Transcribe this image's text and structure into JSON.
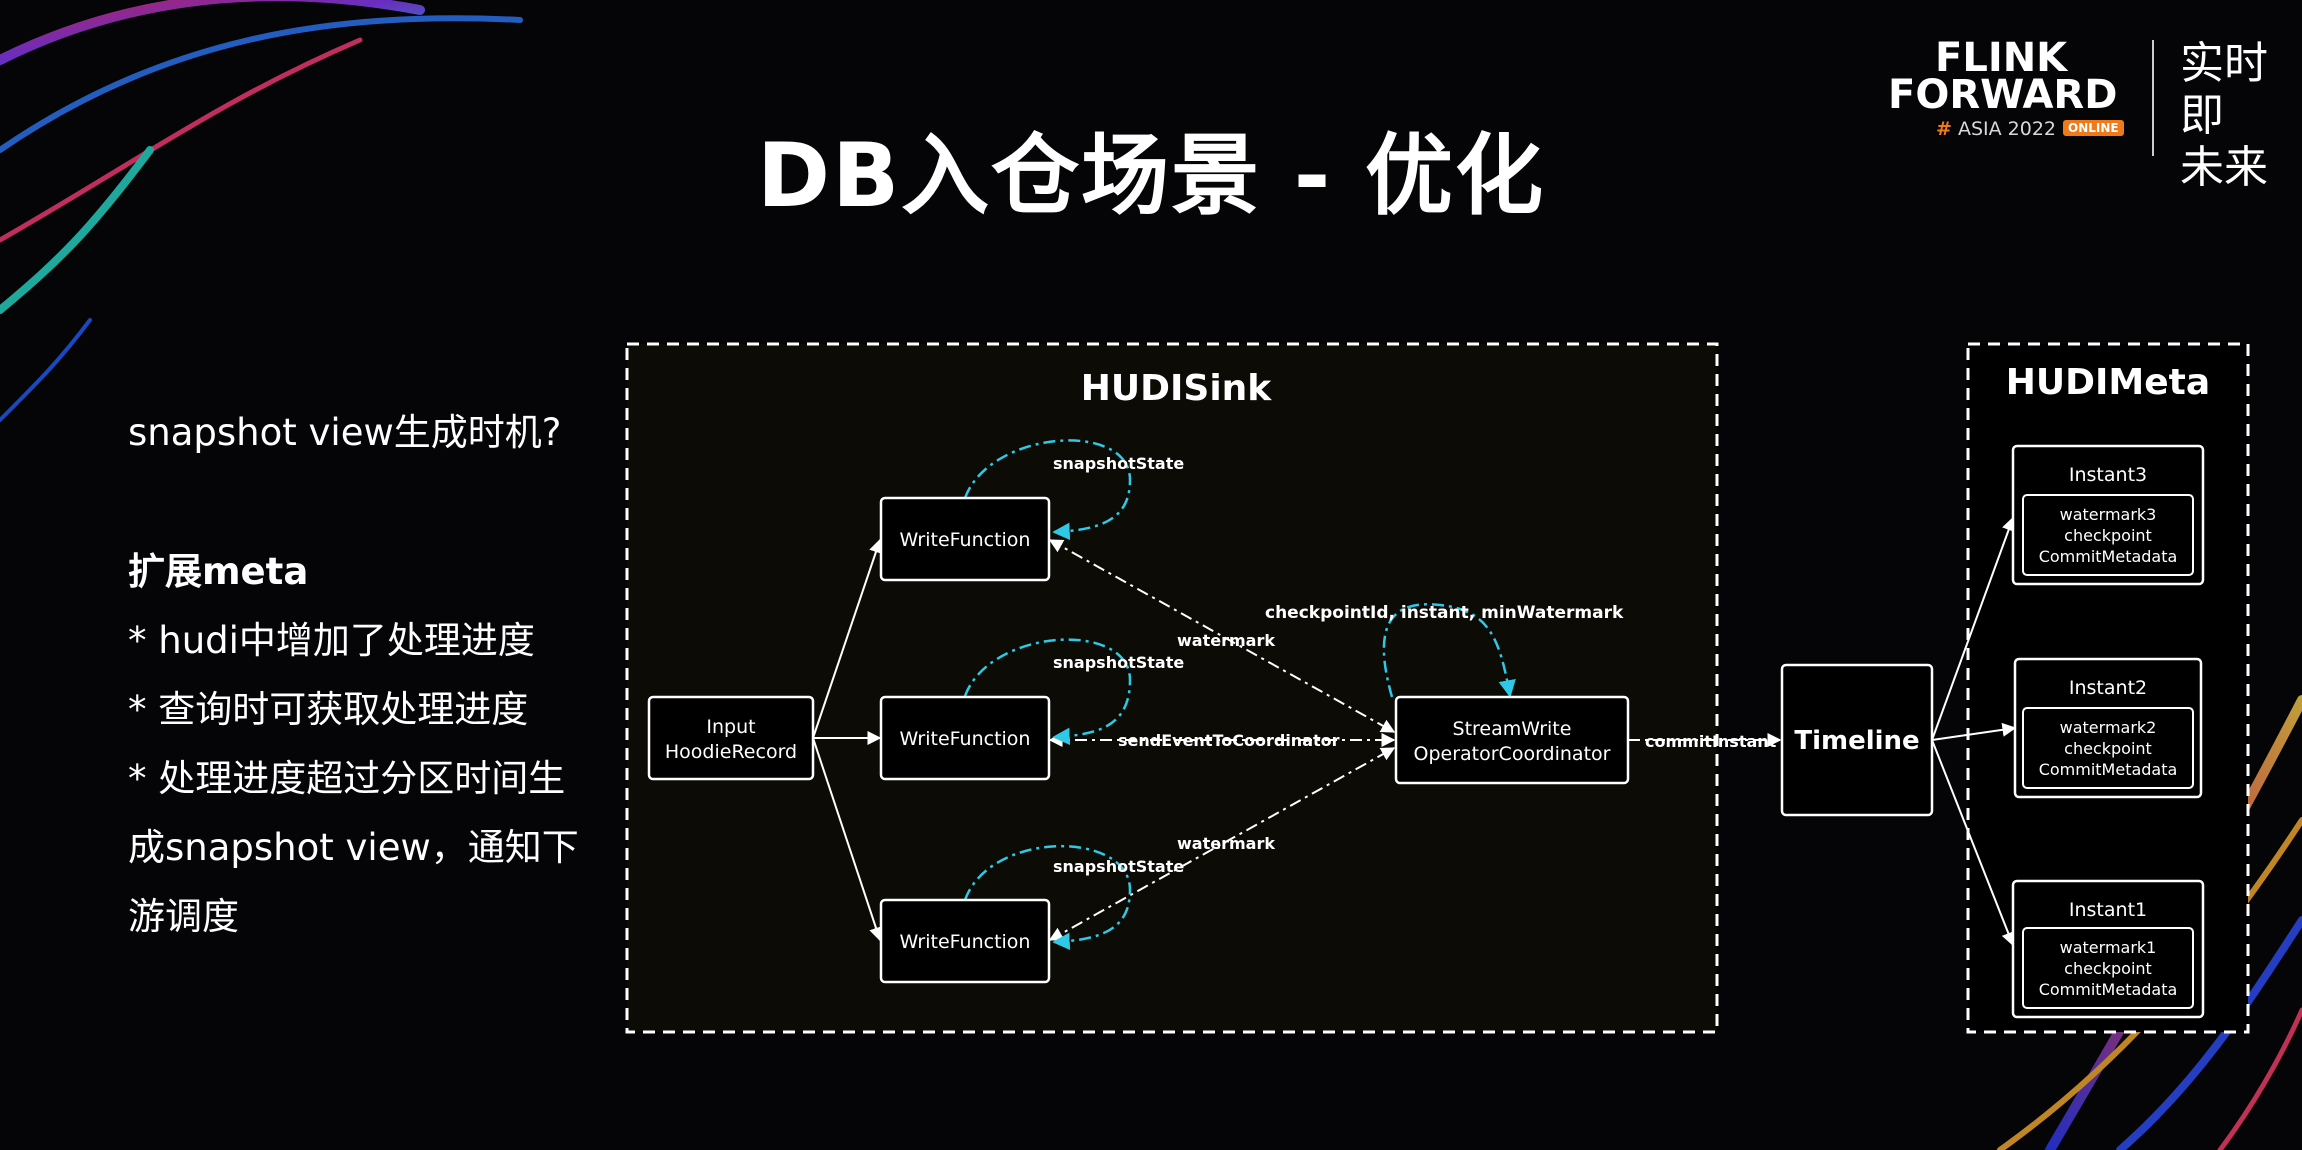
{
  "slide": {
    "title": "DB入仓场景 - 优化"
  },
  "logo": {
    "line1": "FLINK",
    "line2": "FORWARD",
    "hash": "#",
    "asia": "ASIA 2022",
    "online": "ONLINE",
    "chinese_line1": "实时即",
    "chinese_line2": "未来"
  },
  "left_text": {
    "question": "snapshot view生成时机?",
    "heading": "扩展meta",
    "bullets": [
      "* hudi中增加了处理进度",
      "* 查询时可获取处理进度",
      "* 处理进度超过分区时间生",
      "成snapshot view，通知下",
      "游调度"
    ]
  },
  "diagram": {
    "sink_title": "HUDISink",
    "meta_title": "HUDIMeta",
    "input_line1": "Input",
    "input_line2": "HoodieRecord",
    "write_functions": [
      "WriteFunction",
      "WriteFunction",
      "WriteFunction"
    ],
    "coordinator_line1": "StreamWrite",
    "coordinator_line2": "OperatorCoordinator",
    "timeline": "Timeline",
    "edge_labels": {
      "snapshot_state": [
        "snapshotState",
        "snapshotState",
        "snapshotState"
      ],
      "watermark_top": "watermark",
      "watermark_bottom": "watermark",
      "send_event": "sendEventToCoordinator",
      "checkpoint": "checkpointId, instant, minWatermark",
      "commit": "commitInstant"
    },
    "instants": [
      {
        "name": "Instant3",
        "line1": "watermark3",
        "line2": "checkpoint",
        "line3": "CommitMetadata"
      },
      {
        "name": "Instant2",
        "line1": "watermark2",
        "line2": "checkpoint",
        "line3": "CommitMetadata"
      },
      {
        "name": "Instant1",
        "line1": "watermark1",
        "line2": "checkpoint",
        "line3": "CommitMetadata"
      }
    ]
  },
  "colors": {
    "background": "#050406",
    "accent_cyan": "#2ec9e6",
    "logo_orange": "#f07a1a",
    "box_fill": "#000000",
    "sink_fill": "#0c0b06"
  }
}
